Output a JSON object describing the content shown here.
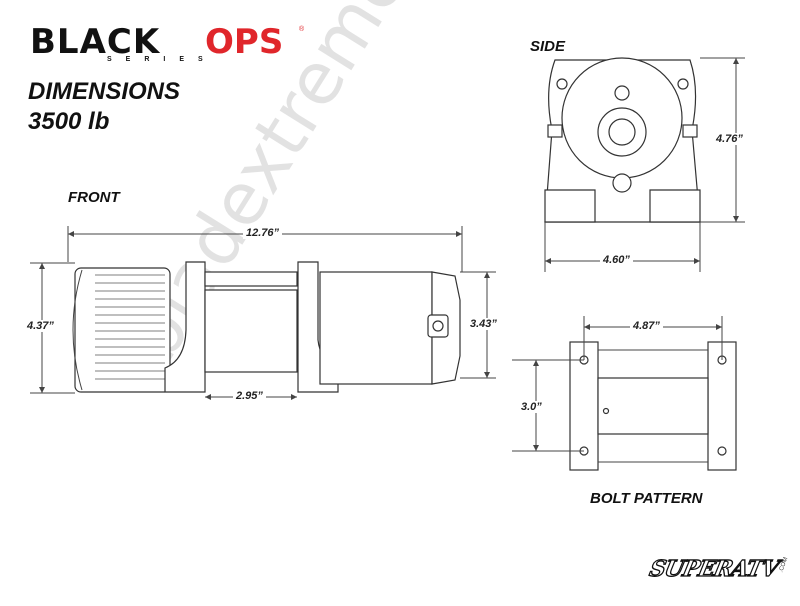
{
  "logo": {
    "brand_left": "BLACK",
    "brand_right": "OPS",
    "registered": "®",
    "sub": "SERIES",
    "accent_color": "#e0262b"
  },
  "header": {
    "title": "DIMENSIONS",
    "subtitle": "3500 lb"
  },
  "views": {
    "front": "FRONT",
    "side": "SIDE",
    "bolt_pattern": "BOLT PATTERN"
  },
  "dimensions": {
    "front_length": "12.76”",
    "front_height": "4.37”",
    "gearbox_height": "3.43”",
    "drum_width": "2.95”",
    "side_height": "4.76”",
    "side_width": "4.60”",
    "bolt_width": "4.87”",
    "bolt_depth": "3.0”"
  },
  "watermark": "bladextremelife.ru",
  "footer_logo": {
    "name": "SUPERATV",
    "suffix": ".COM"
  }
}
